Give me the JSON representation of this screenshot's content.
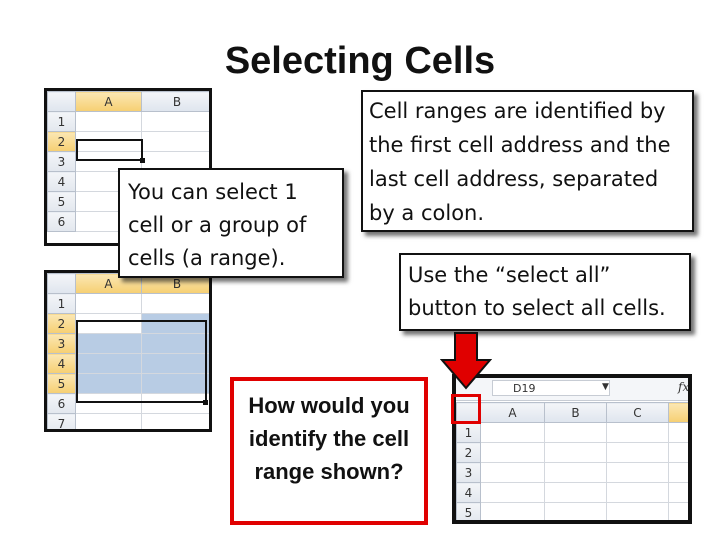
{
  "title": "Selecting Cells",
  "sheet_single": {
    "columns": [
      "A",
      "B"
    ],
    "rows": [
      "1",
      "2",
      "3",
      "4",
      "5",
      "6"
    ]
  },
  "sheet_range": {
    "columns": [
      "A",
      "B"
    ],
    "rows": [
      "1",
      "2",
      "3",
      "4",
      "5",
      "6",
      "7"
    ]
  },
  "sheet_all": {
    "name_box": "D19",
    "fx_label": "fx",
    "columns": [
      "A",
      "B",
      "C"
    ],
    "rows": [
      "1",
      "2",
      "3",
      "4",
      "5"
    ]
  },
  "callout_select": {
    "lines": [
      "You can select 1",
      "cell or a group of",
      "cells (a range)."
    ]
  },
  "callout_ranges": {
    "lines": [
      "Cell ranges are identified by",
      "the first cell address and the",
      "last cell address, separated",
      "by a colon."
    ]
  },
  "callout_select_all": {
    "lines": [
      "Use the “select all”",
      "button to select all cells."
    ]
  },
  "question": {
    "lines": [
      "How would you",
      "identify the cell",
      "range shown?"
    ]
  },
  "colors": {
    "highlight": "#e00000",
    "selection": "#b8cce4",
    "header_active": "#f6cf72"
  }
}
